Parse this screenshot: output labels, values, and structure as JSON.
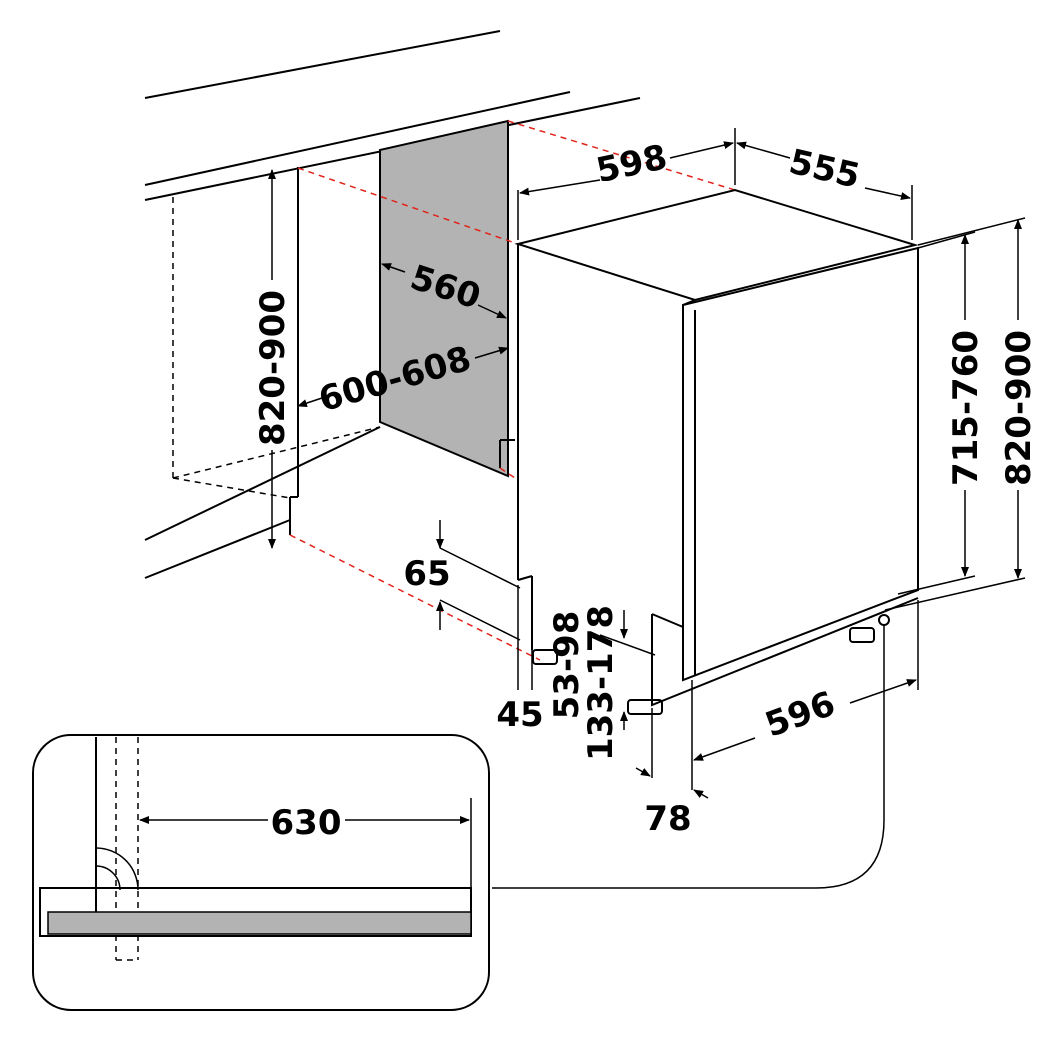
{
  "dimensions": {
    "cabinet_depth": "598",
    "side_depth": "555",
    "niche_width": "560",
    "niche_depth": "600-608",
    "niche_height": "820-900",
    "appliance_height": "715-760",
    "appliance_height_total": "820-900",
    "plinth_gap": "65",
    "foot_offset": "45",
    "plinth_height_a": "53-98",
    "plinth_height_b": "133-178",
    "front_width": "596",
    "door_offset": "78",
    "detail_width": "630"
  },
  "colors": {
    "line": "#000000",
    "guide": "#e2231a",
    "panel": "#b3b3b3"
  }
}
